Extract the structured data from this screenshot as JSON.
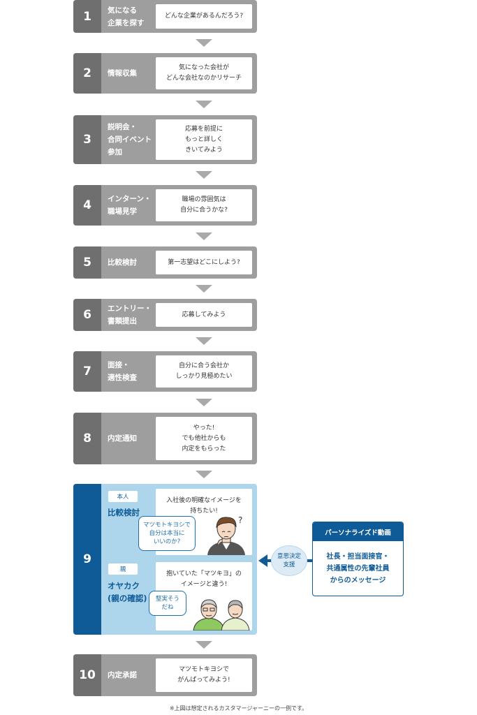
{
  "steps": [
    {
      "num": "1",
      "label": "気になる\n企業を探す",
      "text": "どんな企業があるんだろう?"
    },
    {
      "num": "2",
      "label": "情報収集",
      "text": "気になった会社が\nどんな会社なのかリサーチ"
    },
    {
      "num": "3",
      "label": "説明会・\n合同イベント\n参加",
      "text": "応募を前提に\nもっと詳しく\nきいてみよう"
    },
    {
      "num": "4",
      "label": "インターン・\n職場見学",
      "text": "職場の雰囲気は\n自分に合うかな?"
    },
    {
      "num": "5",
      "label": "比較検討",
      "text": "第一志望はどこにしよう?"
    },
    {
      "num": "6",
      "label": "エントリー・\n書類提出",
      "text": "応募してみよう"
    },
    {
      "num": "7",
      "label": "面接・\n適性検査",
      "text": "自分に合う会社か\nしっかり見極めたい"
    },
    {
      "num": "8",
      "label": "内定通知",
      "text": "やった!\nでも他社からも\n内定をもらった"
    }
  ],
  "step9": {
    "num": "9",
    "self": {
      "chip": "本人",
      "label": "比較検討",
      "text": "入社後の明確なイメージを\n持ちたい!",
      "bubble": "マツモトキヨシで\n自分は本当に\nいいのか?"
    },
    "parent": {
      "chip": "親",
      "label": "オヤカク\n(親の確認)",
      "text": "抱いていた「マツキヨ」の\nイメージと違う!",
      "bubble": "堅実そう\nだね"
    }
  },
  "connector": {
    "circle": "意思決定\n支援"
  },
  "video": {
    "title": "パーソナライズド動画",
    "body": "社長・担当面接官・\n共通属性の先輩社員\nからのメッセージ"
  },
  "step10": {
    "num": "10",
    "label": "内定承諾",
    "text": "マツモトキヨシで\nがんばってみよう!"
  },
  "footnote": "※上図は想定されるカスタマージャーニーの一例です。",
  "colors": {
    "step_bg": "#9e9e9e",
    "step_num": "#6f6f6f",
    "accent_blue": "#0f5b97",
    "light_blue": "#add5ec"
  }
}
